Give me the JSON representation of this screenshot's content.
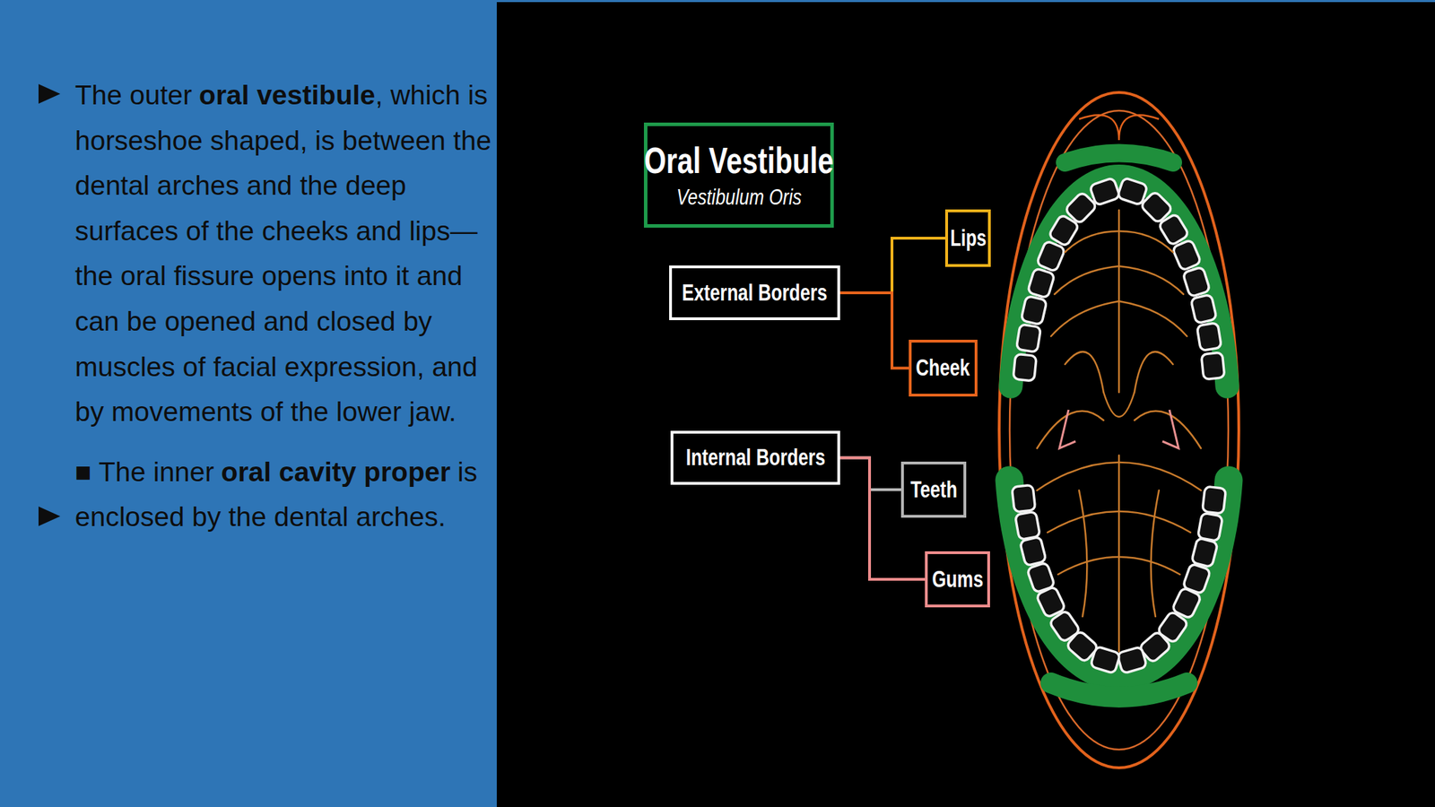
{
  "diagram": {
    "nodes": [
      {
        "text": [
          "Oral Vestibule",
          "Vestibulum Oris"
        ]
      },
      {
        "text": [
          "External Borders"
        ]
      },
      {
        "text": [
          "Lips"
        ]
      },
      {
        "text": [
          "Cheek"
        ]
      },
      {
        "text": [
          "Internal Borders"
        ]
      },
      {
        "text": [
          "Teeth"
        ]
      },
      {
        "text": [
          "Gums"
        ]
      }
    ],
    "edges": [
      {
        "from": 1,
        "to": 2,
        "arrow": "none"
      },
      {
        "from": 1,
        "to": 3,
        "arrow": "none"
      },
      {
        "from": 4,
        "to": 5,
        "arrow": "none"
      },
      {
        "from": 4,
        "to": 6,
        "arrow": "none"
      }
    ],
    "labels": [
      "The outer",
      "oral vestibule",
      ", which is horseshoe shaped, is between the dental arches and the deep surfaces of the cheeks and lips—the oral fissure opens into it and can be opened and closed by muscles of facial expression, and by movements of the lower jaw.",
      "■ The inner",
      "oral cavity proper",
      "is enclosed by the dental arches."
    ]
  }
}
